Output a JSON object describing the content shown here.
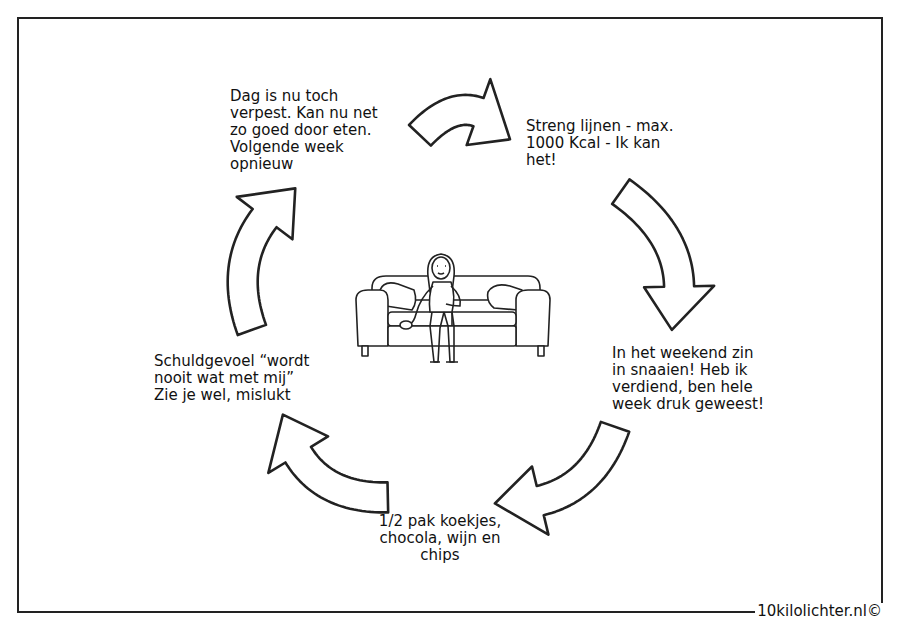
{
  "diagram": {
    "nodes": [
      {
        "text": [
          "Dag is nu toch verpest. Kan nu net zo goed door eten. Volgende week opnieuw"
        ]
      },
      {
        "text": [
          "Streng lijnen - max. 1000 Kcal - Ik kan het!"
        ]
      },
      {
        "text": [
          "In het weekend zin in snaaien! Heb ik verdiend, ben hele week druk geweest!"
        ]
      },
      {
        "text": [
          "1/2 pak koekjes, chocola, wijn en chips"
        ]
      },
      {
        "text": [
          "Schuldgevoel “wordt nooit wat met mij” Zie je wel, mislukt"
        ]
      }
    ],
    "edges": [
      {
        "from": 0,
        "to": 1,
        "arrow": "to"
      },
      {
        "from": 1,
        "to": 2,
        "arrow": "to"
      },
      {
        "from": 2,
        "to": 3,
        "arrow": "to"
      },
      {
        "from": 3,
        "to": 4,
        "arrow": "to"
      },
      {
        "from": 4,
        "to": 0,
        "arrow": "to"
      }
    ],
    "labels": [
      "10kilolichter.nl©"
    ]
  }
}
